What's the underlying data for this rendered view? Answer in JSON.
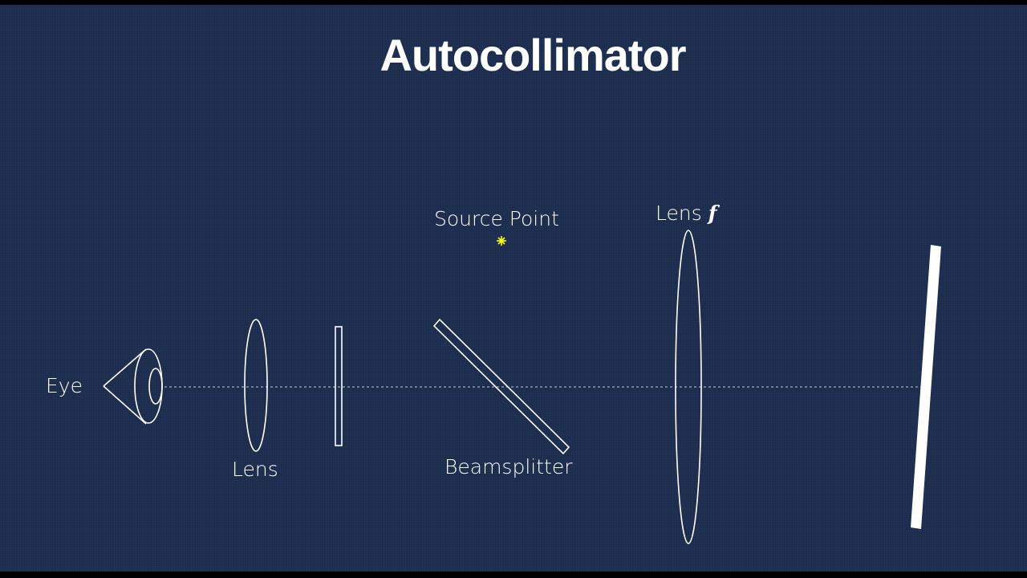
{
  "title": "Autocollimator",
  "labels": {
    "eye": "Eye",
    "lens": "Lens",
    "beamsplitter": "Beamsplitter",
    "source_point": "Source Point",
    "lens_f_text": "Lens",
    "lens_f_symbol": "f"
  },
  "colors": {
    "background": "#1b2c4e",
    "line": "#ffffff",
    "source": "#ffff00",
    "mirror": "#ffffff"
  }
}
